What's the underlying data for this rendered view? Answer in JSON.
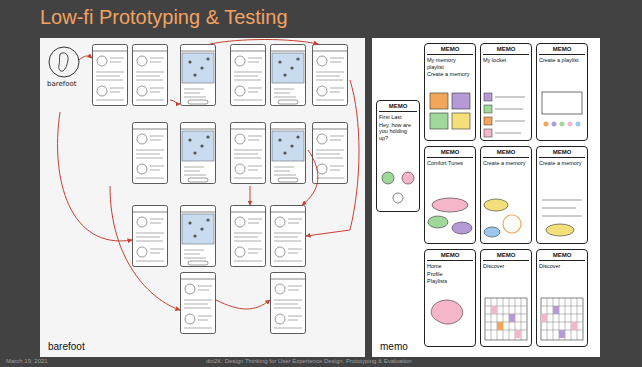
{
  "diagram": {
    "title": "Low-fi Prototyping & Testing",
    "nodes": [
      {
        "text": [
          "barefoot"
        ]
      },
      {
        "text": [
          "memo"
        ]
      },
      {
        "text": [
          "MEMO",
          "My memory playlist",
          "Create a memory"
        ],
        "in": 1
      },
      {
        "text": [
          "MEMO",
          "My locket"
        ],
        "in": 1
      },
      {
        "text": [
          "MEMO",
          "Create a playlist"
        ],
        "in": 1
      },
      {
        "text": [
          "MEMO",
          "First Last",
          "Hey, how are you holding up?"
        ],
        "in": 1
      },
      {
        "text": [
          "MEMO",
          "Comfort Tunes"
        ],
        "in": 1
      },
      {
        "text": [
          "MEMO",
          "Create a memory"
        ],
        "in": 1
      },
      {
        "text": [
          "MEMO",
          "Create a memory"
        ],
        "in": 1
      },
      {
        "text": [
          "MEMO",
          "Home",
          "Profile",
          "Playlists"
        ],
        "in": 1
      },
      {
        "text": [
          "MEMO",
          "Discover"
        ],
        "in": 1
      },
      {
        "text": [
          "MEMO",
          "Discover"
        ],
        "in": 1
      }
    ],
    "labels": [
      "barefoot",
      "March 19, 2021",
      "dtx2K: Design Thinking for User Experience Design, Prototyping & Evaluation"
    ]
  }
}
